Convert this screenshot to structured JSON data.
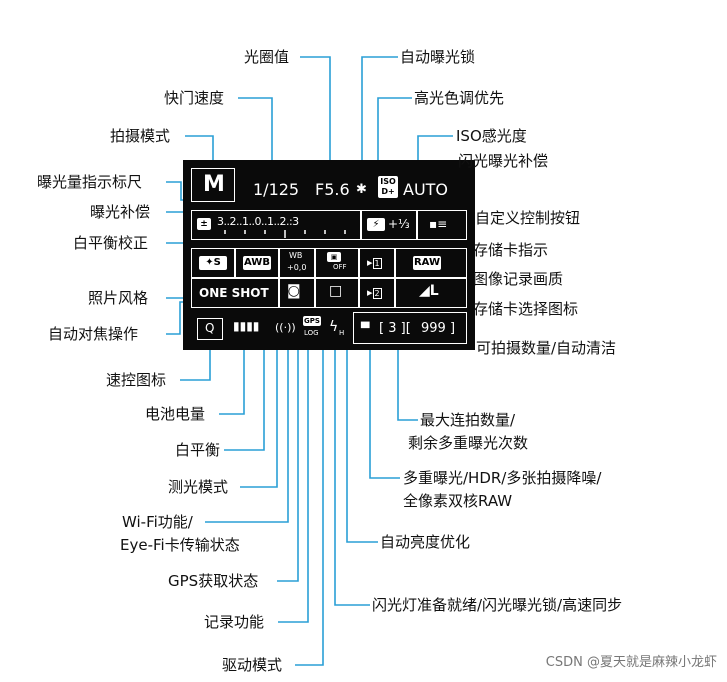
{
  "labels": {
    "aperture": "光圈值",
    "ae_lock": "自动曝光锁",
    "shutter_speed": "快门速度",
    "highlight_priority": "高光色调优先",
    "shooting_mode": "拍摄模式",
    "iso": "ISO感光度",
    "flash_comp": "闪光曝光补偿",
    "exposure_scale": "曝光量指示标尺",
    "exposure_comp": "曝光补偿",
    "custom_controls": "自定义控制按钮",
    "wb_correction": "白平衡校正",
    "card_indicator": "存储卡指示",
    "image_quality": "图像记录画质",
    "picture_style": "照片风格",
    "card_select_icon": "存储卡选择图标",
    "af_operation": "自动对焦操作",
    "shots_remaining": "可拍摄数量/自动清洁",
    "quick_control_icon": "速控图标",
    "battery": "电池电量",
    "max_burst_line1": "最大连拍数量/",
    "max_burst_line2": "剩余多重曝光次数",
    "white_balance": "白平衡",
    "multi_exposure_line1": "多重曝光/HDR/多张拍摄降噪/",
    "multi_exposure_line2": "全像素双核RAW",
    "metering_mode": "测光模式",
    "wifi_line1": "Wi-Fi功能/",
    "wifi_line2": "Eye-Fi卡传输状态",
    "auto_lighting": "自动亮度优化",
    "gps_status": "GPS获取状态",
    "flash_ready": "闪光灯准备就绪/闪光曝光锁/高速同步",
    "recording_function": "记录功能",
    "drive_mode": "驱动模式"
  },
  "panel": {
    "mode": "M",
    "shutter": "1/125",
    "aperture": "F5.6",
    "ae_lock_glyph": "✱",
    "iso_top": "ISO",
    "iso_bottom": "D+",
    "iso_value": "AUTO",
    "scale": "3..2..1..0..1..2.:3",
    "flash_comp": "+⅓",
    "picture_style": "✦S",
    "awb": "AWB",
    "wb_corr_top": "WB",
    "wb_corr_bottom": "+0,0",
    "alo_off": "OFF",
    "card_1": "1",
    "card_2": "2",
    "raw": "RAW",
    "quality": "L",
    "af_mode": "ONE SHOT",
    "q": "Q",
    "gps_top": "GPS",
    "gps_bottom": "LOG",
    "flash_h": "H",
    "burst": "3",
    "shots": "999"
  },
  "watermark": "CSDN @夏天就是麻辣小龙虾",
  "colors": {
    "leader": "#2a9fd6",
    "panel_bg": "#0a0a0a",
    "panel_text": "#ffffff"
  }
}
